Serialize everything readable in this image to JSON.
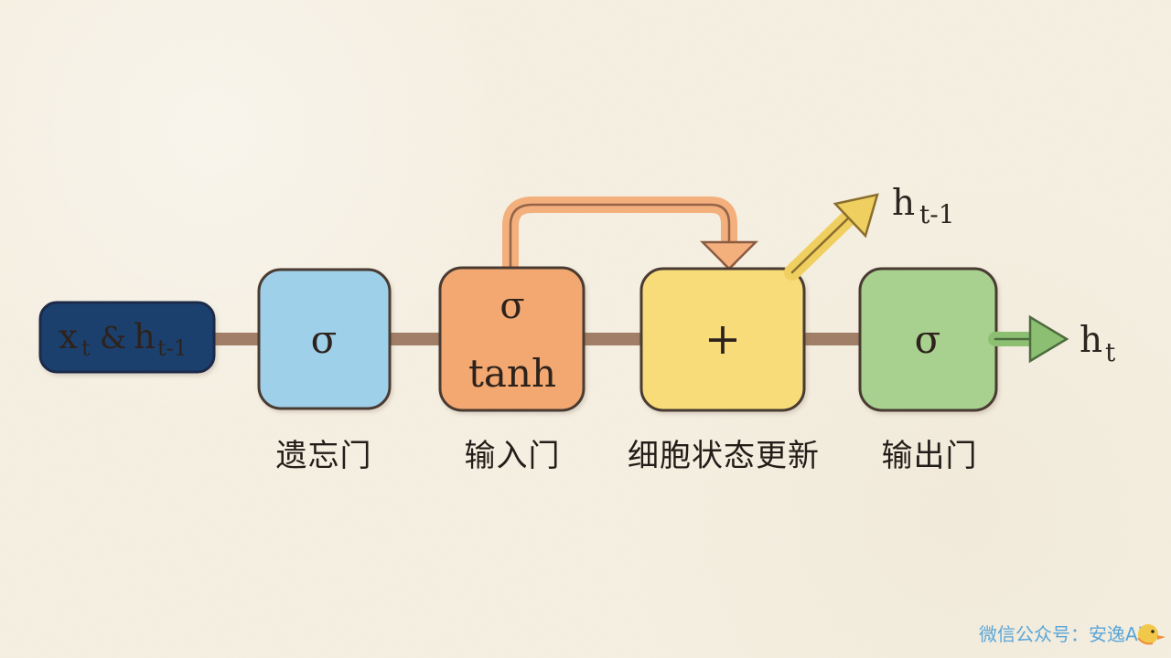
{
  "diagram": {
    "input_block": {
      "x": "x",
      "x_sub": "t",
      "ampersand": "&",
      "h": "h",
      "h_sub": "t-1"
    },
    "gates": [
      {
        "symbol": "σ",
        "label": "遗忘门",
        "color": "#9fd0ea"
      },
      {
        "symbol_top": "σ",
        "symbol_bottom": "tanh",
        "label": "输入门",
        "color": "#f2a86f"
      },
      {
        "symbol": "+",
        "label": "细胞状态更新",
        "color": "#f7dc79"
      },
      {
        "symbol": "σ",
        "label": "输出门",
        "color": "#a8d08f"
      }
    ],
    "outputs": {
      "upper": {
        "h": "h",
        "sub": "t-1"
      },
      "right": {
        "h": "h",
        "sub": "t"
      }
    },
    "watermark": "微信公众号：安逸Ai",
    "colors": {
      "background": "#f6f0e2",
      "input_block": "#1f3f6d",
      "connector": "#a17e67",
      "orange_arrow": "#f3b07d",
      "yellow_arrow": "#f0cf61",
      "green_arrow": "#8cbf72",
      "watermark": "#5aa6d8"
    }
  }
}
